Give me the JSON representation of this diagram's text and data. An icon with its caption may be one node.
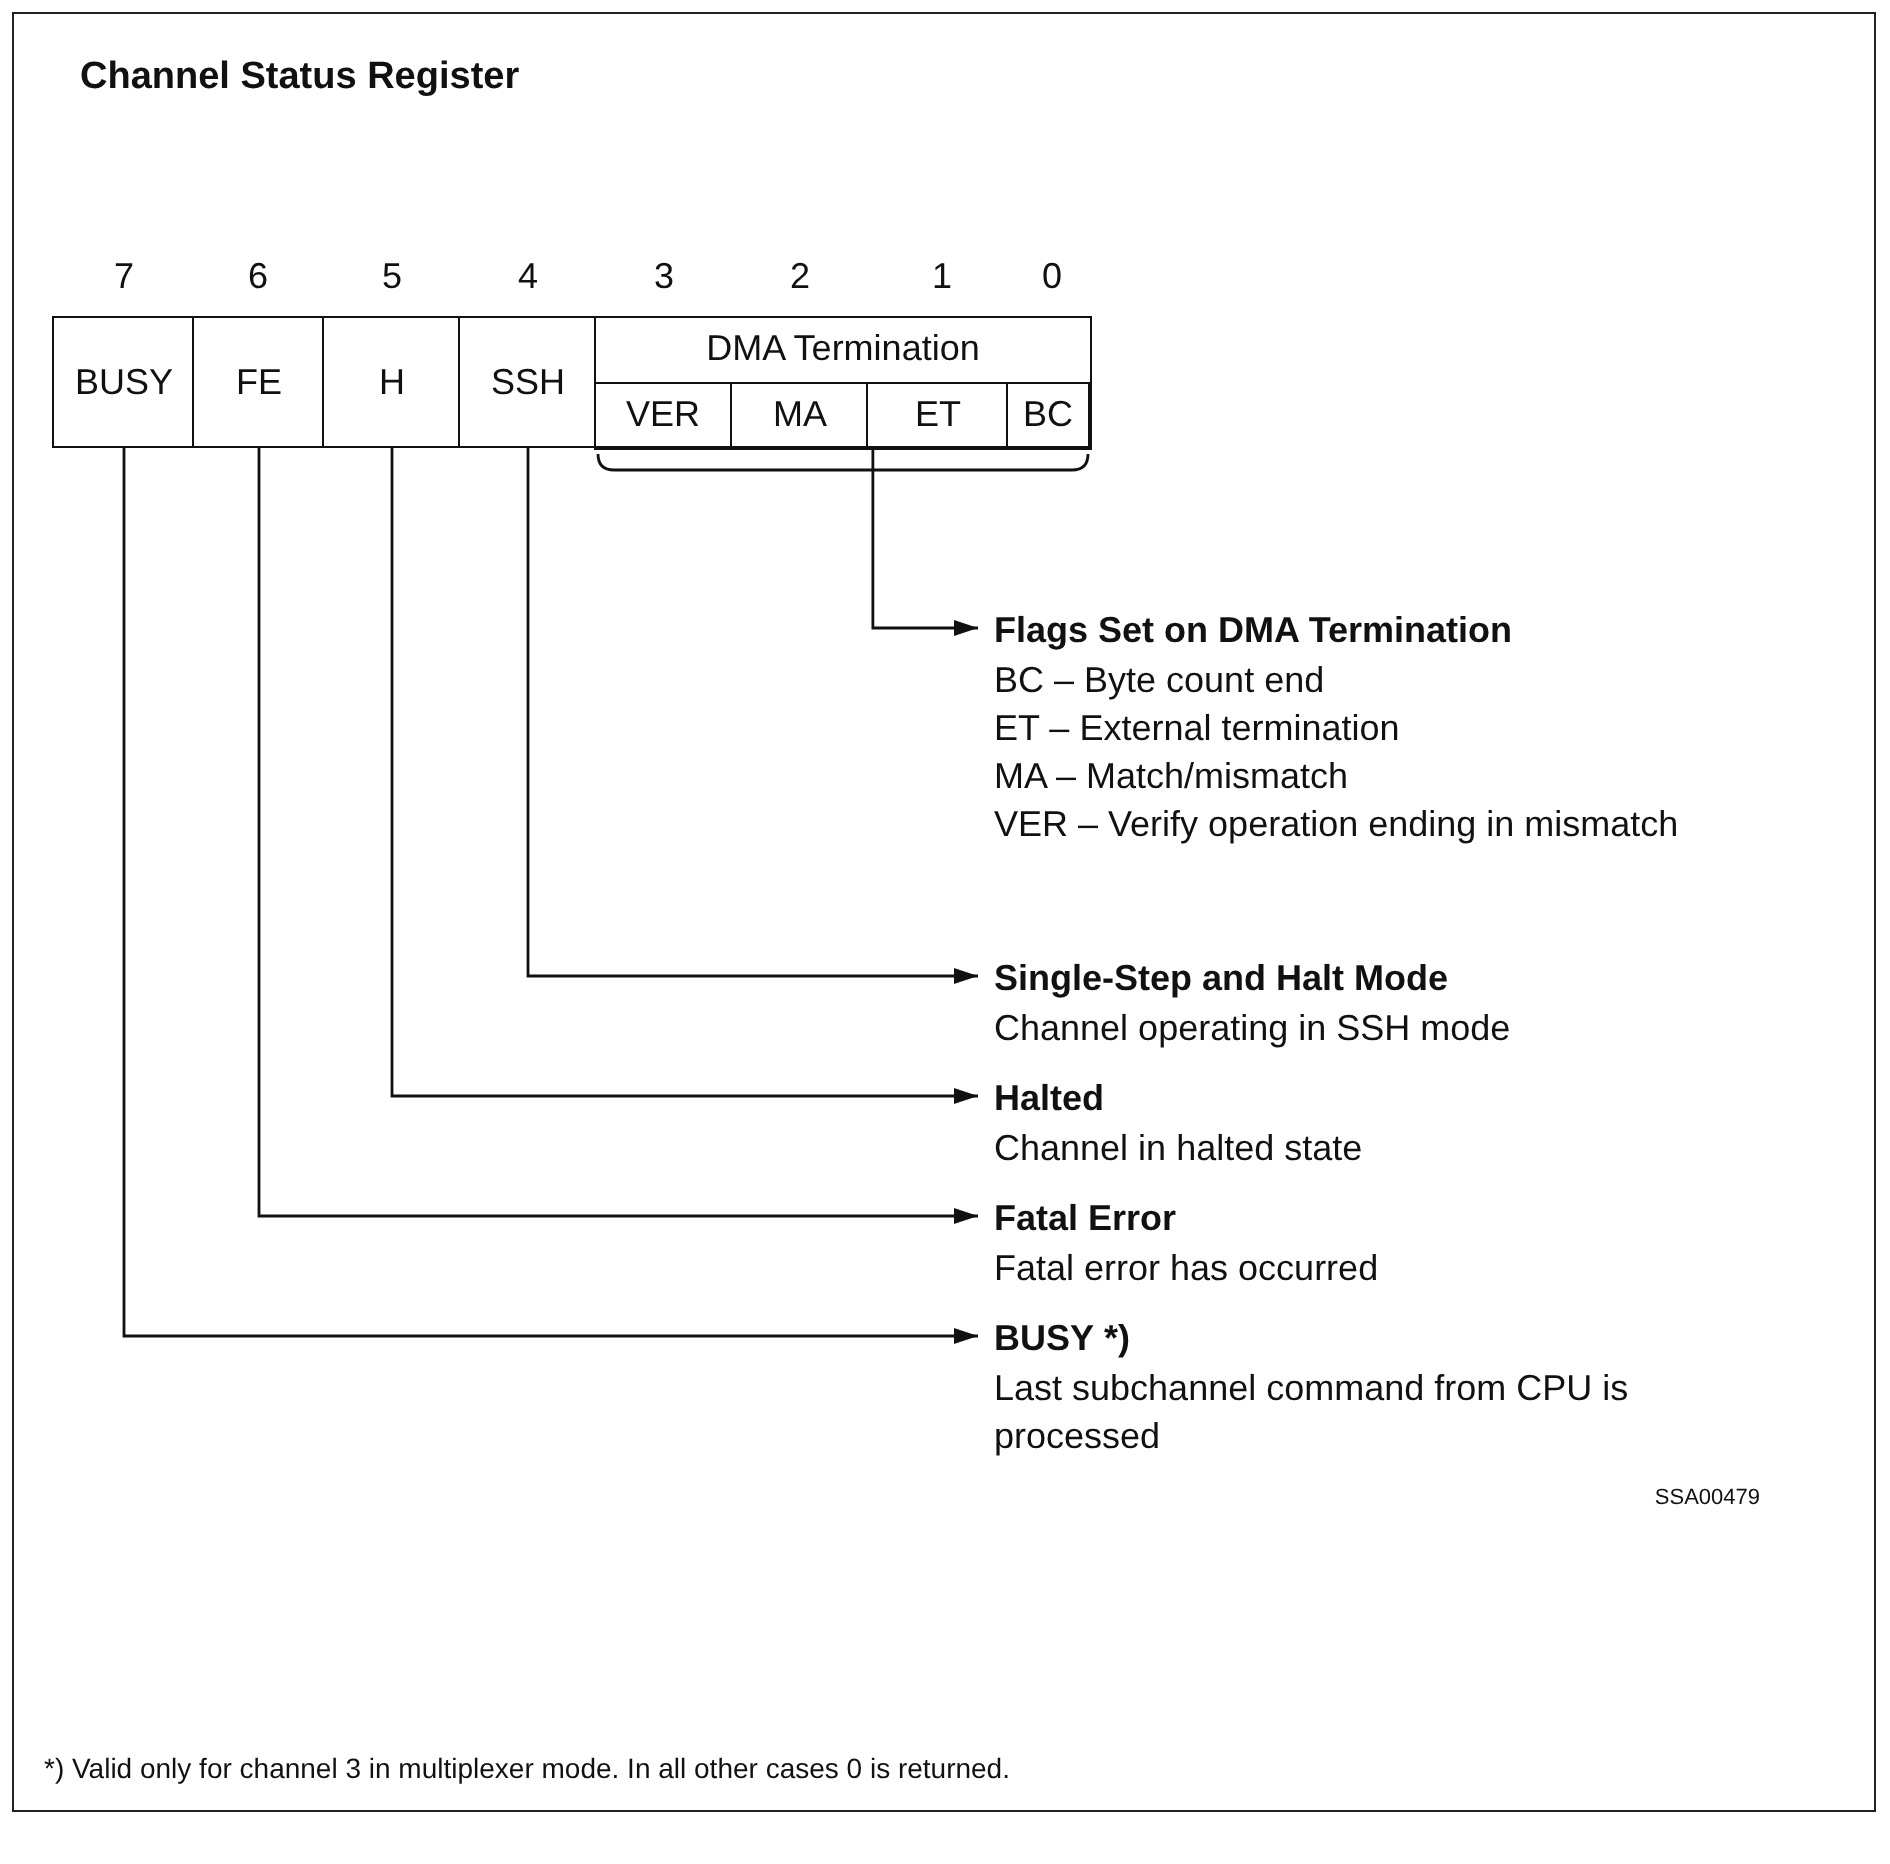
{
  "diagram": {
    "title": "Channel Status Register",
    "nodes": [
      {
        "text": [
          "BUSY"
        ]
      },
      {
        "text": [
          "FE"
        ]
      },
      {
        "text": [
          "H"
        ]
      },
      {
        "text": [
          "SSH"
        ]
      },
      {
        "text": [
          "DMA Termination"
        ]
      },
      {
        "text": [
          "VER"
        ],
        "in": 4
      },
      {
        "text": [
          "MA"
        ],
        "in": 4
      },
      {
        "text": [
          "ET"
        ],
        "in": 4
      },
      {
        "text": [
          "BC"
        ],
        "in": 4
      },
      {
        "text": [
          "Flags Set on DMA Termination",
          "BC – Byte count end",
          "ET – External termination",
          "MA – Match/mismatch",
          "VER – Verify operation ending in mismatch"
        ]
      },
      {
        "text": [
          "Single-Step and Halt Mode",
          "Channel operating in SSH mode"
        ]
      },
      {
        "text": [
          "Halted",
          "Channel in halted state"
        ]
      },
      {
        "text": [
          "Fatal Error",
          "Fatal error has occurred"
        ]
      },
      {
        "text": [
          "**BUSY** *)",
          "Last subchannel command from CPU is processed"
        ]
      }
    ],
    "edges": [
      {
        "from": 4,
        "to": 9,
        "arrow": "to"
      },
      {
        "from": 3,
        "to": 10,
        "arrow": "to"
      },
      {
        "from": 2,
        "to": 11,
        "arrow": "to"
      },
      {
        "from": 1,
        "to": 12,
        "arrow": "to"
      },
      {
        "from": 0,
        "to": 13,
        "arrow": "to"
      }
    ],
    "labels": [
      "7",
      "6",
      "5",
      "4",
      "3",
      "2",
      "1",
      "0",
      "SSA00479",
      "*) Valid only for channel 3 in multiplexer mode. In all other cases 0 is returned."
    ]
  }
}
